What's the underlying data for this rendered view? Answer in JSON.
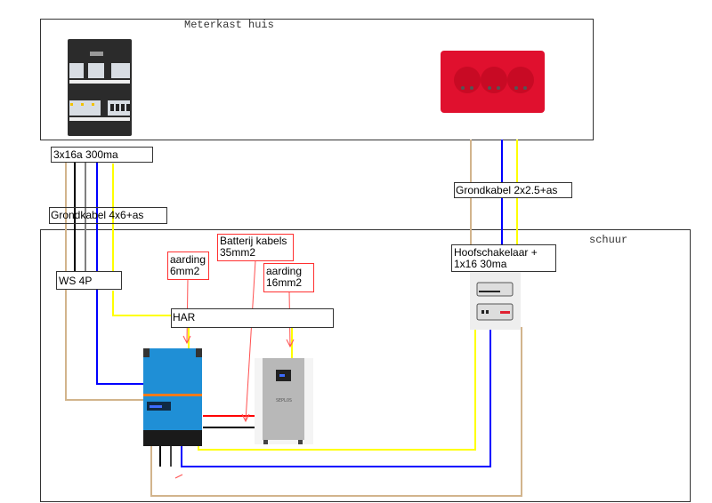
{
  "areas": {
    "house_title": "Meterkast huis",
    "shed_title": "schuur"
  },
  "labels": {
    "group_breaker": "3x16a 300ma",
    "ground_cable_main": "Grondkabel 4x6+as",
    "switch": "WS 4P",
    "har": "HAR",
    "earth_6_line1": "aarding",
    "earth_6_line2": "6mm2",
    "battery_cables_line1": "Batterij kabels",
    "battery_cables_line2": "35mm2",
    "earth_16_line1": "aarding",
    "earth_16_line2": "16mm2",
    "ground_cable_socket": "Grondkabel 2x2.5+as",
    "main_switch_line1": "Hoofschakelaar +",
    "main_switch_line2": "1x16 30ma"
  },
  "devices": {
    "battery_brand": "SEPLOS"
  },
  "wire_colors": {
    "earth": "#d2b48c",
    "phase_black": "#000000",
    "phase_gray": "#808080",
    "neutral": "#0000ff",
    "live_yellow": "#ffff00",
    "battery_positive": "#ff0000",
    "annotation": "#ff0000"
  }
}
